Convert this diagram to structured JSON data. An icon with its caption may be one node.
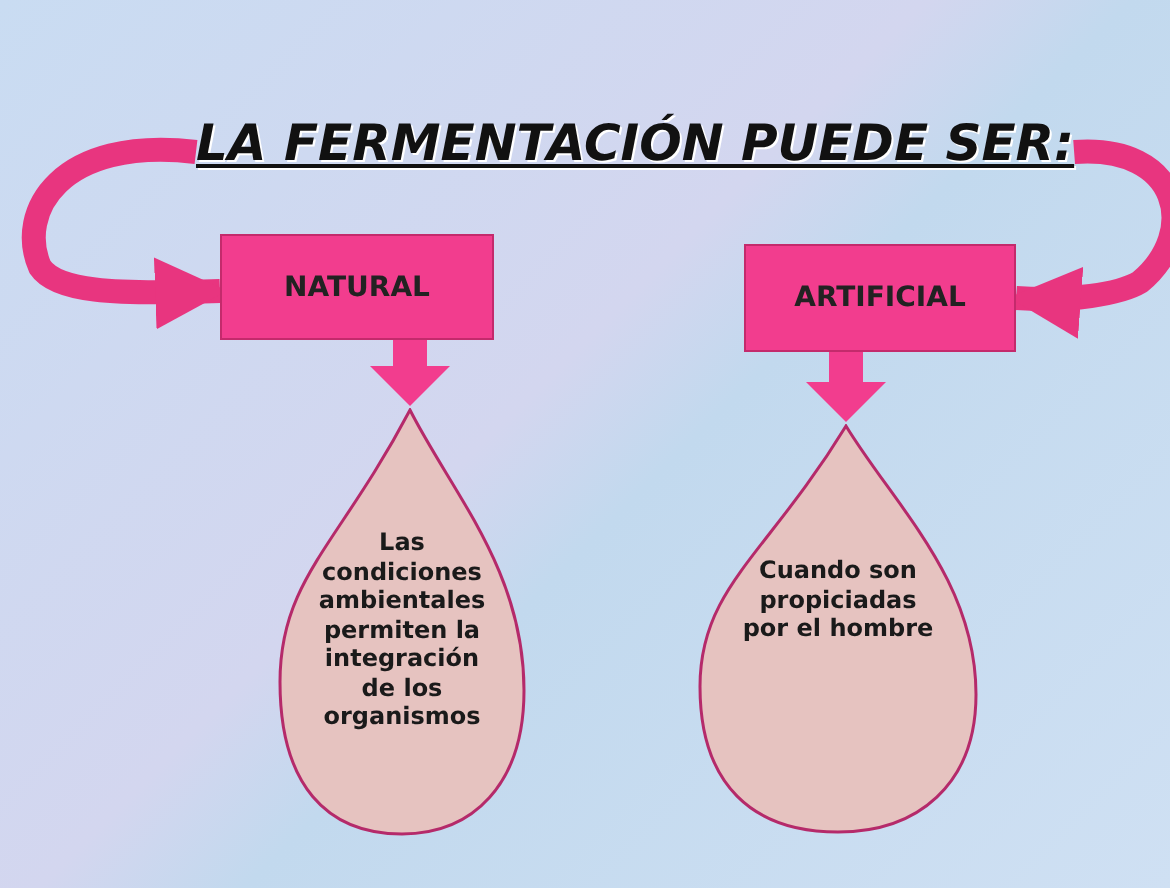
{
  "diagram": {
    "nodes": [
      {
        "text": [
          "LA FERMENTACIÓN PUEDE SER:"
        ]
      },
      {
        "text": [
          "NATURAL"
        ]
      },
      {
        "text": [
          "ARTIFICIAL"
        ]
      },
      {
        "text": [
          "Las condiciones ambientales permiten la integración de los organismos"
        ]
      },
      {
        "text": [
          "Cuando son propiciadas por el hombre"
        ]
      }
    ],
    "edges": [
      {
        "from": 0,
        "to": 1,
        "arrow": "to"
      },
      {
        "from": 0,
        "to": 2,
        "arrow": "to"
      },
      {
        "from": 1,
        "to": 3,
        "arrow": "to"
      },
      {
        "from": 2,
        "to": 4,
        "arrow": "to"
      }
    ]
  }
}
